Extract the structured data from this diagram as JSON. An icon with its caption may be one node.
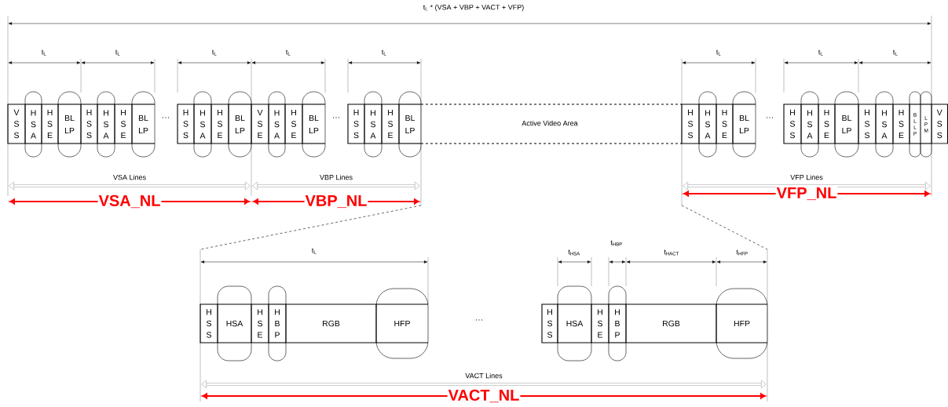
{
  "diagram": {
    "nodes": [
      {
        "text": [
          "V S S"
        ]
      },
      {
        "text": [
          "H S A"
        ]
      },
      {
        "text": [
          "H S E"
        ]
      },
      {
        "text": [
          "BL LP"
        ]
      },
      {
        "text": [
          "H S S"
        ]
      },
      {
        "text": [
          "H S A"
        ]
      },
      {
        "text": [
          "H S E"
        ]
      },
      {
        "text": [
          "BL LP"
        ]
      },
      {
        "text": [
          "H S S"
        ]
      },
      {
        "text": [
          "H S A"
        ]
      },
      {
        "text": [
          "H S E"
        ]
      },
      {
        "text": [
          "BL LP"
        ]
      },
      {
        "text": [
          "V S E"
        ]
      },
      {
        "text": [
          "H S A"
        ]
      },
      {
        "text": [
          "H S E"
        ]
      },
      {
        "text": [
          "BL LP"
        ]
      },
      {
        "text": [
          "H S S"
        ]
      },
      {
        "text": [
          "H S A"
        ]
      },
      {
        "text": [
          "H S E"
        ]
      },
      {
        "text": [
          "BL LP"
        ]
      },
      {
        "text": [
          "H S S"
        ]
      },
      {
        "text": [
          "H S A"
        ]
      },
      {
        "text": [
          "H S E"
        ]
      },
      {
        "text": [
          "BL LP"
        ]
      },
      {
        "text": [
          "H S S"
        ]
      },
      {
        "text": [
          "H S A"
        ]
      },
      {
        "text": [
          "H S E"
        ]
      },
      {
        "text": [
          "BL LP"
        ]
      },
      {
        "text": [
          "H S S"
        ]
      },
      {
        "text": [
          "H S A"
        ]
      },
      {
        "text": [
          "H S E"
        ]
      },
      {
        "text": [
          "B L L P"
        ]
      },
      {
        "text": [
          "L P M"
        ]
      },
      {
        "text": [
          "V S S"
        ]
      },
      {
        "text": [
          "H S S"
        ]
      },
      {
        "text": [
          "HSA"
        ]
      },
      {
        "text": [
          "H S E"
        ]
      },
      {
        "text": [
          "H B P"
        ]
      },
      {
        "text": [
          "RGB"
        ]
      },
      {
        "text": [
          "HFP"
        ]
      },
      {
        "text": [
          "H S S"
        ]
      },
      {
        "text": [
          "HSA"
        ]
      },
      {
        "text": [
          "H S E"
        ]
      },
      {
        "text": [
          "H B P"
        ]
      },
      {
        "text": [
          "RGB"
        ]
      },
      {
        "text": [
          "HFP"
        ]
      }
    ],
    "labels": [
      "t$_{L}$ * (VSA + VBP + VACT + VFP)",
      "t$_{L}$",
      "t$_{L}$",
      "t$_{L}$",
      "t$_{L}$",
      "t$_{L}$",
      "t$_{L}$",
      "t$_{L}$",
      "t$_{L}$",
      "…",
      "…",
      "Active Video Area",
      "…",
      "VSA Lines",
      "VBP Lines",
      "VFP Lines",
      "VSA_NL",
      "VBP_NL",
      "VFP_NL",
      "t$_{L}$",
      "t$_{HSA}$",
      "t$_{HBP}$",
      "t$_{HACT}$",
      "t$_{HFP}$",
      "…",
      "VACT Lines",
      "VACT_NL"
    ]
  }
}
